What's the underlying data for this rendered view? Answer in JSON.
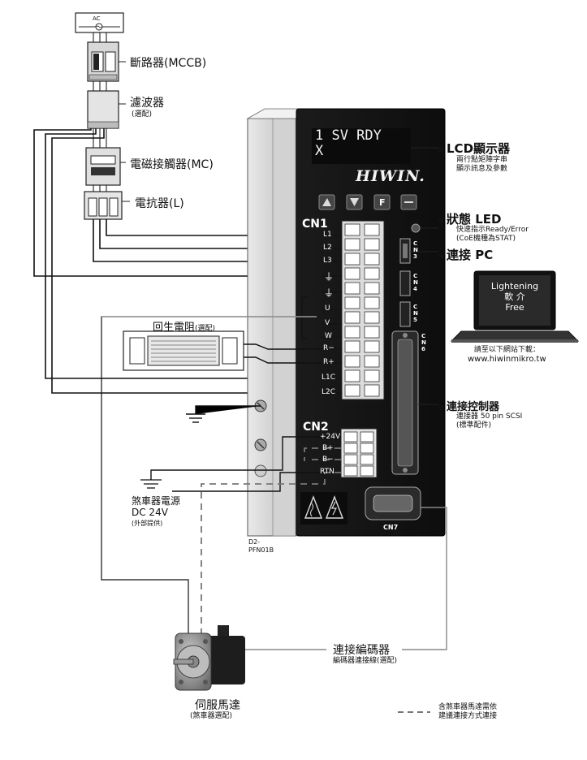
{
  "ac_label": "AC",
  "labels": {
    "mccb": "斷路器(MCCB)",
    "filter": "濾波器",
    "filter_note": "(選配)",
    "mc": "電磁接觸器(MC)",
    "reactor": "電抗器(L)",
    "regen": "回生電阻",
    "regen_note": "(選配)",
    "brake_power_1": "煞車器電源",
    "brake_power_2": "DC 24V",
    "brake_power_note": "(外部提供)",
    "model": "D2-\nPFN01B",
    "motor": "伺服馬達",
    "motor_note": "(煞車器選配)",
    "encoder": "連接編碼器",
    "encoder_note": "編碼器連接線(選配)",
    "legend_1": "含煞車器馬達需依",
    "legend_2": "建議連接方式連接"
  },
  "callouts": {
    "lcd_title": "LCD顯示器",
    "lcd_d1": "兩行點矩陣字串",
    "lcd_d2": "顯示訊息及參數",
    "led_title": "狀態 LED",
    "led_d1": "快速指示Ready/Error",
    "led_d2": "(CoE機種為STAT)",
    "pc_title": "連接 PC",
    "ctrl_title": "連接控制器",
    "ctrl_d1": "連接器 50 pin SCSI",
    "ctrl_d2": "(標準配件)"
  },
  "drive": {
    "lcd_line1": "1 SV RDY",
    "lcd_line2": "X",
    "logo": "HIWIN.",
    "cn1": "CN1",
    "cn2": "CN2",
    "cn3": "C\nN\n3",
    "cn4": "C\nN\n4",
    "cn5": "C\nN\n5",
    "cn6": "C\nN\n6",
    "cn7": "CN7",
    "f_key": "F",
    "cn1_terminals": [
      "L1",
      "L2",
      "L3",
      "⏚",
      "⏚",
      "U",
      "V",
      "W",
      "R−",
      "R+",
      "L1C",
      "L2C"
    ],
    "cn2_terminals": [
      "+24V",
      "B+",
      "B−",
      "RTN"
    ]
  },
  "laptop": {
    "line1": "Lightening",
    "line2": "軟 介",
    "line3": "Free",
    "download_1": "請至以下網站下載：",
    "download_2": "www.hiwinmikro.tw"
  }
}
